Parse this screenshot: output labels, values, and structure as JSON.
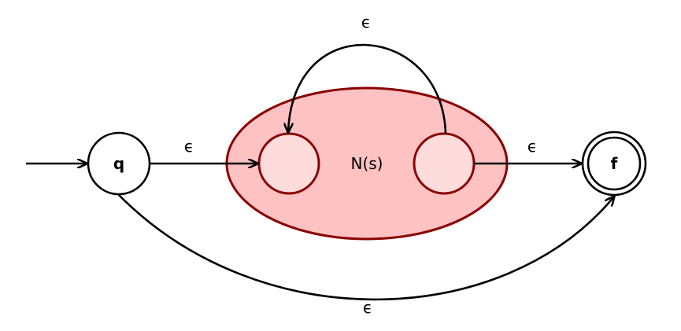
{
  "states": {
    "start": {
      "label": "q"
    },
    "final": {
      "label": "f"
    }
  },
  "subautomaton": {
    "label": "N(s)"
  },
  "transitions": {
    "start_to_sub": {
      "label": "ϵ"
    },
    "sub_to_final": {
      "label": "ϵ"
    },
    "loop_back": {
      "label": "ϵ"
    },
    "bypass": {
      "label": "ϵ"
    }
  },
  "colors": {
    "sub_fill": "#ffc2c2",
    "sub_stroke": "#8b0000",
    "inner_fill": "#ffdcdc",
    "edge": "#000000"
  }
}
